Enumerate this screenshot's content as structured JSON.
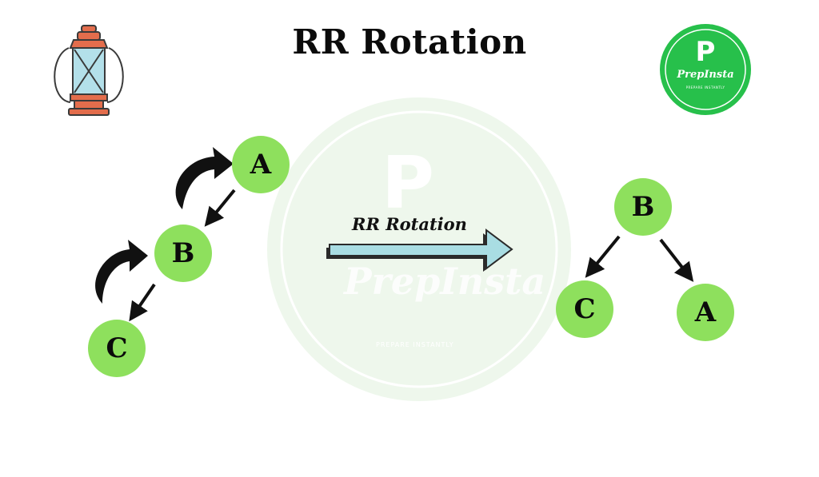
{
  "title": "RR Rotation",
  "arrow_label": "RR Rotation",
  "before_tree": {
    "nodes": [
      "A",
      "B",
      "C"
    ]
  },
  "after_tree": {
    "root": "B",
    "left": "C",
    "right": "A"
  },
  "logo": {
    "initial": "P",
    "name": "PrepInsta",
    "tagline": "PREPARE INSTANTLY"
  },
  "watermark": {
    "name": "PrepInsta",
    "tagline": "PREPARE INSTANTLY"
  },
  "colors": {
    "node_fill": "#8ee05d",
    "logo_green": "#27c04b",
    "watermark": "#e8f4e6",
    "arrow_fill": "#a9dde3",
    "lantern_body": "#e36d4c",
    "lantern_glass": "#b3e0ea"
  },
  "icons": [
    "lantern-icon",
    "prepinsta-logo",
    "curved-arrow-icon"
  ]
}
